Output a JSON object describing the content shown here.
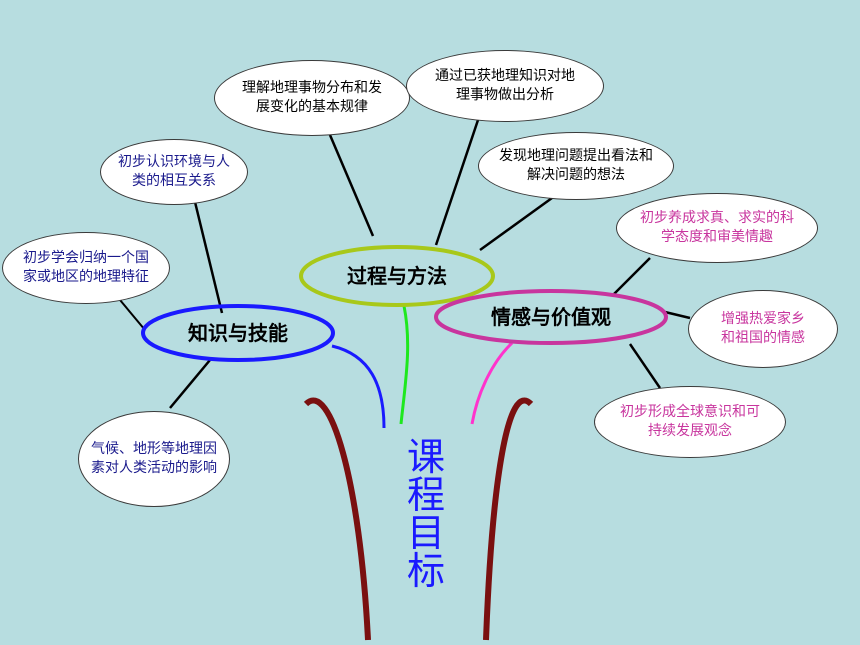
{
  "title": "课程目标",
  "colors": {
    "background": "#b7dde0",
    "skills": "#1a1aff",
    "process": "#a8c81a",
    "values": "#c8359e",
    "stem": "#7a1010",
    "title": "#1a1aff",
    "process_stem": "#1ee81e",
    "values_stem": "#ff33cc"
  },
  "hubs": {
    "skills": "知识与技能",
    "process": "过程与方法",
    "values": "情感与价值观"
  },
  "skills_items": [
    "初步学会归纳一个国家或地区的地理特征",
    "初步认识环境与人类的相互关系",
    "气候、地形等地理因素对人类活动的影响"
  ],
  "process_items": [
    "理解地理事物分布和发展变化的基本规律",
    "通过已获地理知识对地理事物做出分析",
    "发现地理问题提出看法和解决问题的想法"
  ],
  "values_items": [
    "初步养成求真、求实的科学态度和审美情趣",
    "增强热爱家乡和祖国的情感",
    "初步形成全球意识和可持续发展观念"
  ]
}
